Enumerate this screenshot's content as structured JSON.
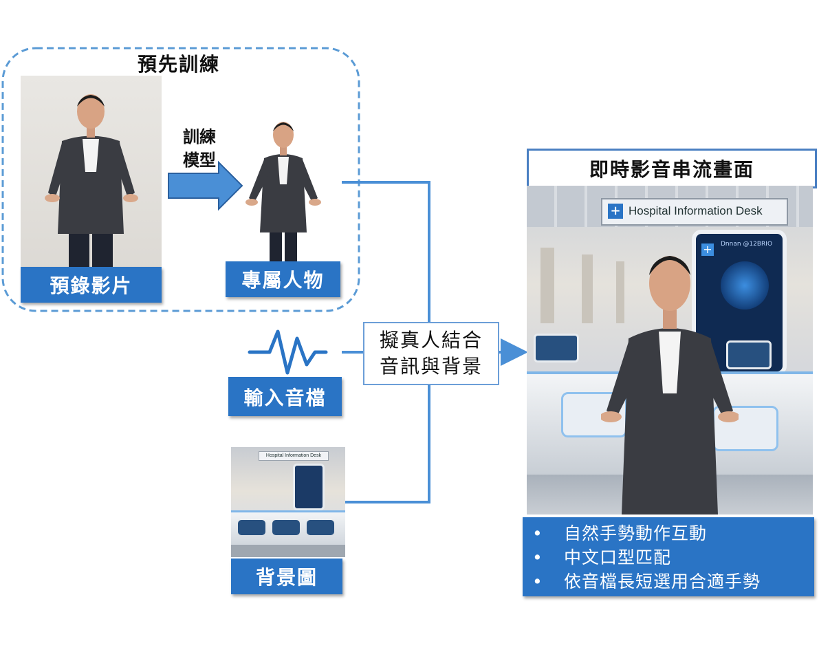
{
  "pretrain": {
    "title": "預先訓練",
    "recorded_video_label": "預錄影片",
    "train_step_label": "訓練\n模型",
    "avatar_label": "專屬人物"
  },
  "inputs": {
    "audio_label": "輸入音檔",
    "background_label": "背景圖",
    "background_sign_text": "Hospital  Information Desk"
  },
  "combine": {
    "line1": "擬真人結合",
    "line2": "音訊與背景"
  },
  "output": {
    "title": "即時影音串流畫面",
    "sign_text": "Hospital  Information Desk",
    "kiosk_text": "Dnnan @12BRIO",
    "features": [
      "自然手勢動作互動",
      "中文口型匹配",
      "依音檔長短選用合適手勢"
    ]
  },
  "colors": {
    "accent_blue": "#2a74c5",
    "line_blue": "#4a8fd6",
    "dashed_border": "#5b9bd5"
  }
}
